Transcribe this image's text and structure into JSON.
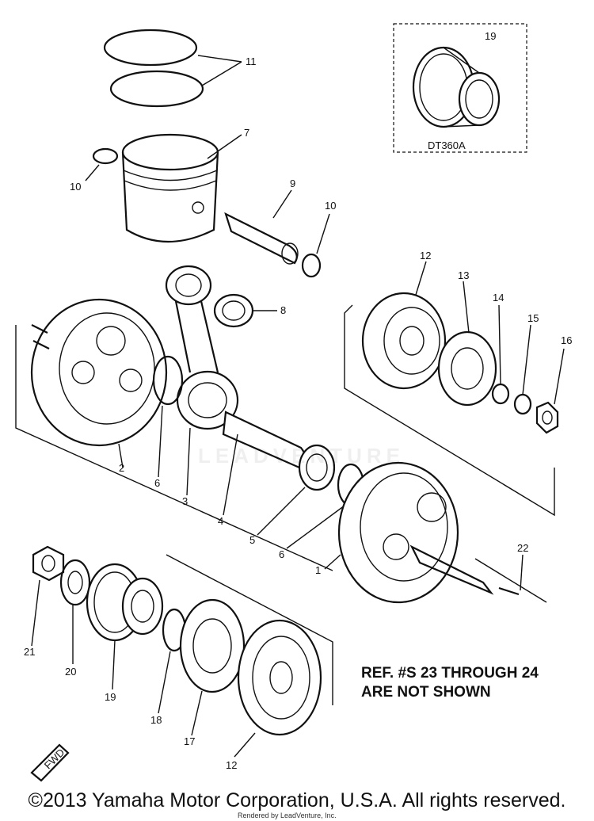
{
  "callouts": [
    {
      "id": "11",
      "text": "11"
    },
    {
      "id": "7",
      "text": "7"
    },
    {
      "id": "10a",
      "text": "10"
    },
    {
      "id": "9",
      "text": "9"
    },
    {
      "id": "10b",
      "text": "10"
    },
    {
      "id": "19a",
      "text": "19"
    },
    {
      "id": "8",
      "text": "8"
    },
    {
      "id": "2",
      "text": "2"
    },
    {
      "id": "6a",
      "text": "6"
    },
    {
      "id": "3",
      "text": "3"
    },
    {
      "id": "4",
      "text": "4"
    },
    {
      "id": "5",
      "text": "5"
    },
    {
      "id": "6b",
      "text": "6"
    },
    {
      "id": "1",
      "text": "1"
    },
    {
      "id": "12a",
      "text": "12"
    },
    {
      "id": "13",
      "text": "13"
    },
    {
      "id": "14",
      "text": "14"
    },
    {
      "id": "15",
      "text": "15"
    },
    {
      "id": "16",
      "text": "16"
    },
    {
      "id": "22",
      "text": "22"
    },
    {
      "id": "21",
      "text": "21"
    },
    {
      "id": "20",
      "text": "20"
    },
    {
      "id": "19b",
      "text": "19"
    },
    {
      "id": "18",
      "text": "18"
    },
    {
      "id": "17",
      "text": "17"
    },
    {
      "id": "12b",
      "text": "12"
    }
  ],
  "inset_label": "DT360A",
  "fwd_label": "FWD",
  "note": {
    "line1": "REF. #S 23 THROUGH 24",
    "line2": "ARE NOT SHOWN"
  },
  "copyright": "©2013 Yamaha Motor Corporation, U.S.A. All rights reserved.",
  "rendered_by": "Rendered by LeadVenture, Inc.",
  "watermark": "LEADVENTURE"
}
